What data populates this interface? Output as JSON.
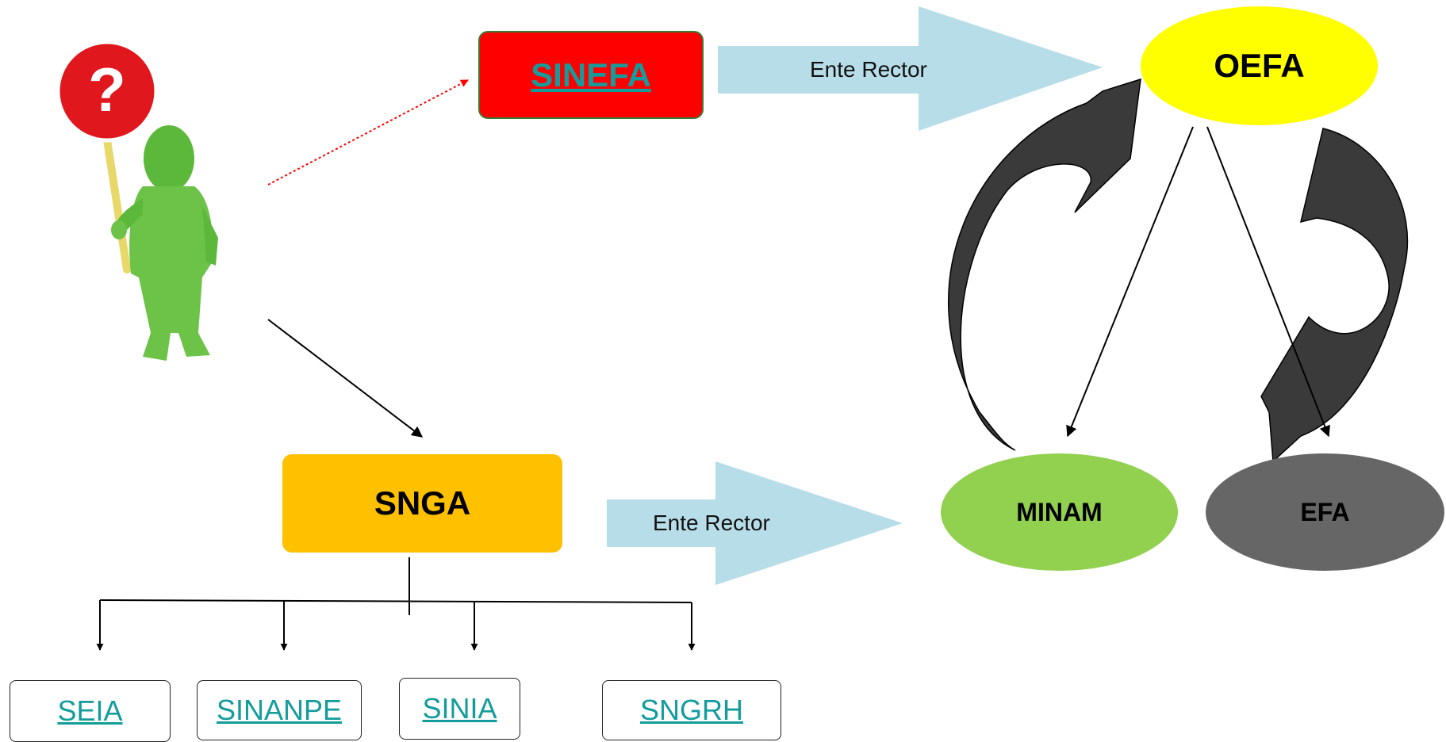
{
  "nodes": {
    "sinefa": "SINEFA",
    "snga": "SNGA",
    "oefa": "OEFA",
    "minam": "MINAM",
    "efa": "EFA"
  },
  "subsystems": [
    "SEIA",
    "SINANPE",
    "SINIA",
    "SNGRH"
  ],
  "arrows": {
    "top_label": "Ente Rector",
    "bottom_label": "Ente Rector"
  },
  "colors": {
    "sinefa": "#ff0000",
    "snga": "#ffc000",
    "oefa": "#ffff00",
    "minam": "#92d050",
    "efa": "#666666",
    "block_arrow": "#b7dde8",
    "link_text": "#149c9c"
  },
  "icons": {
    "figure": "question-sign-figure-icon"
  }
}
